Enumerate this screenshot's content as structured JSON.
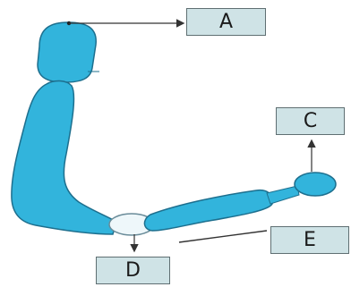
{
  "labels": {
    "a": "A",
    "c": "C",
    "d": "D",
    "e": "E"
  },
  "colors": {
    "structure_fill": "#32b4dc",
    "structure_outline": "#1d6f8e",
    "label_fill": "#cfe3e6",
    "label_border": "#5f6f72",
    "line": "#333333"
  }
}
